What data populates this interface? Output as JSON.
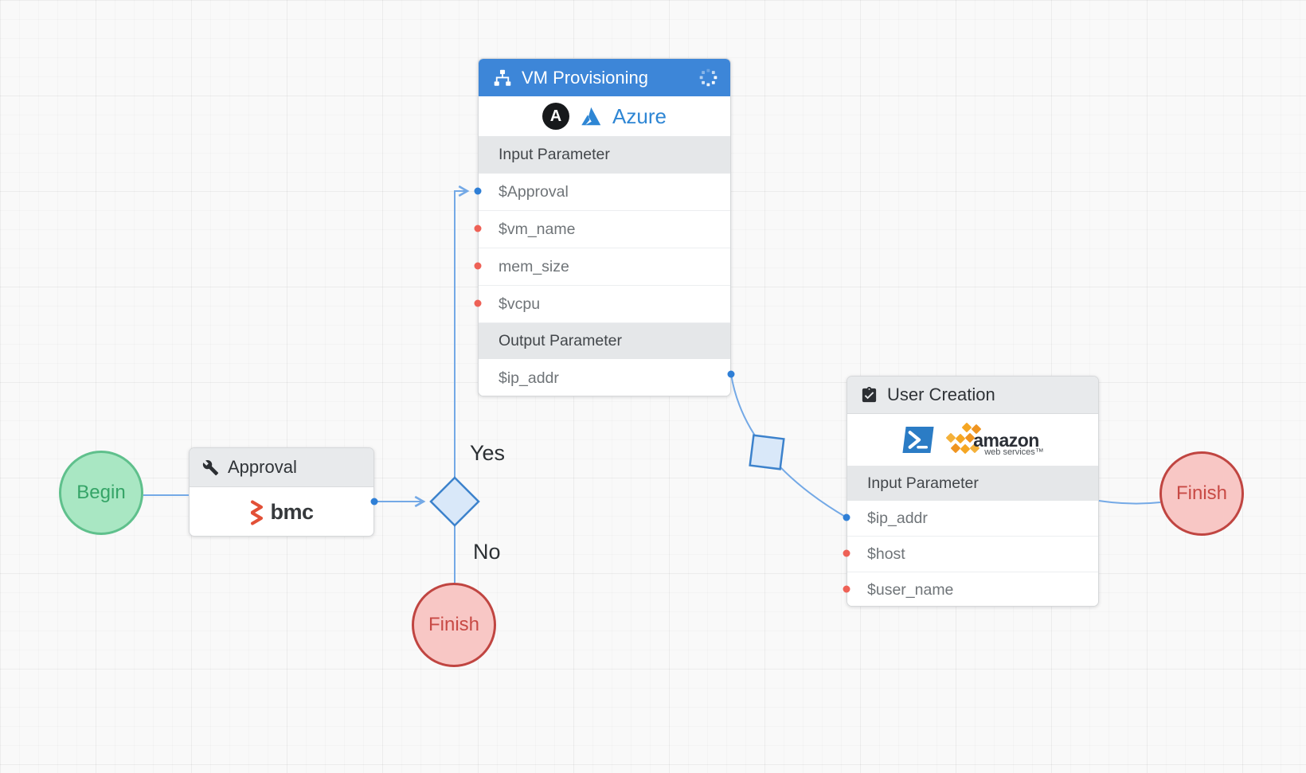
{
  "workflow": {
    "begin": {
      "label": "Begin"
    },
    "approval": {
      "title": "Approval",
      "vendor_label": "bmc"
    },
    "decision": {
      "yes_label": "Yes",
      "no_label": "No"
    },
    "finish_branch": {
      "label": "Finish"
    },
    "vm_provisioning": {
      "title": "VM Provisioning",
      "logos": {
        "ansible": "A",
        "azure": "Azure"
      },
      "sections": {
        "input": "Input Parameter",
        "output": "Output Parameter"
      },
      "inputs": [
        "$Approval",
        "$vm_name",
        "mem_size",
        "$vcpu"
      ],
      "outputs": [
        "$ip_addr"
      ]
    },
    "user_creation": {
      "title": "User Creation",
      "logos": {
        "amazon": "amazon",
        "amazon_sub": "web services™"
      },
      "sections": {
        "input": "Input Parameter"
      },
      "inputs": [
        "$ip_addr",
        "$host",
        "$user_name"
      ]
    },
    "finish_end": {
      "label": "Finish"
    }
  },
  "colors": {
    "header_blue": "#3d86d8",
    "connector_blue": "#74a9e6",
    "decision_fill": "#d9e8f9",
    "decision_border": "#3c82cc",
    "begin_fill": "#a9e7c3",
    "begin_border": "#5fc08c",
    "finish_fill": "#f8c7c5",
    "finish_border": "#c04541",
    "port_blue": "#2f7fd6",
    "port_red": "#ee6156"
  }
}
